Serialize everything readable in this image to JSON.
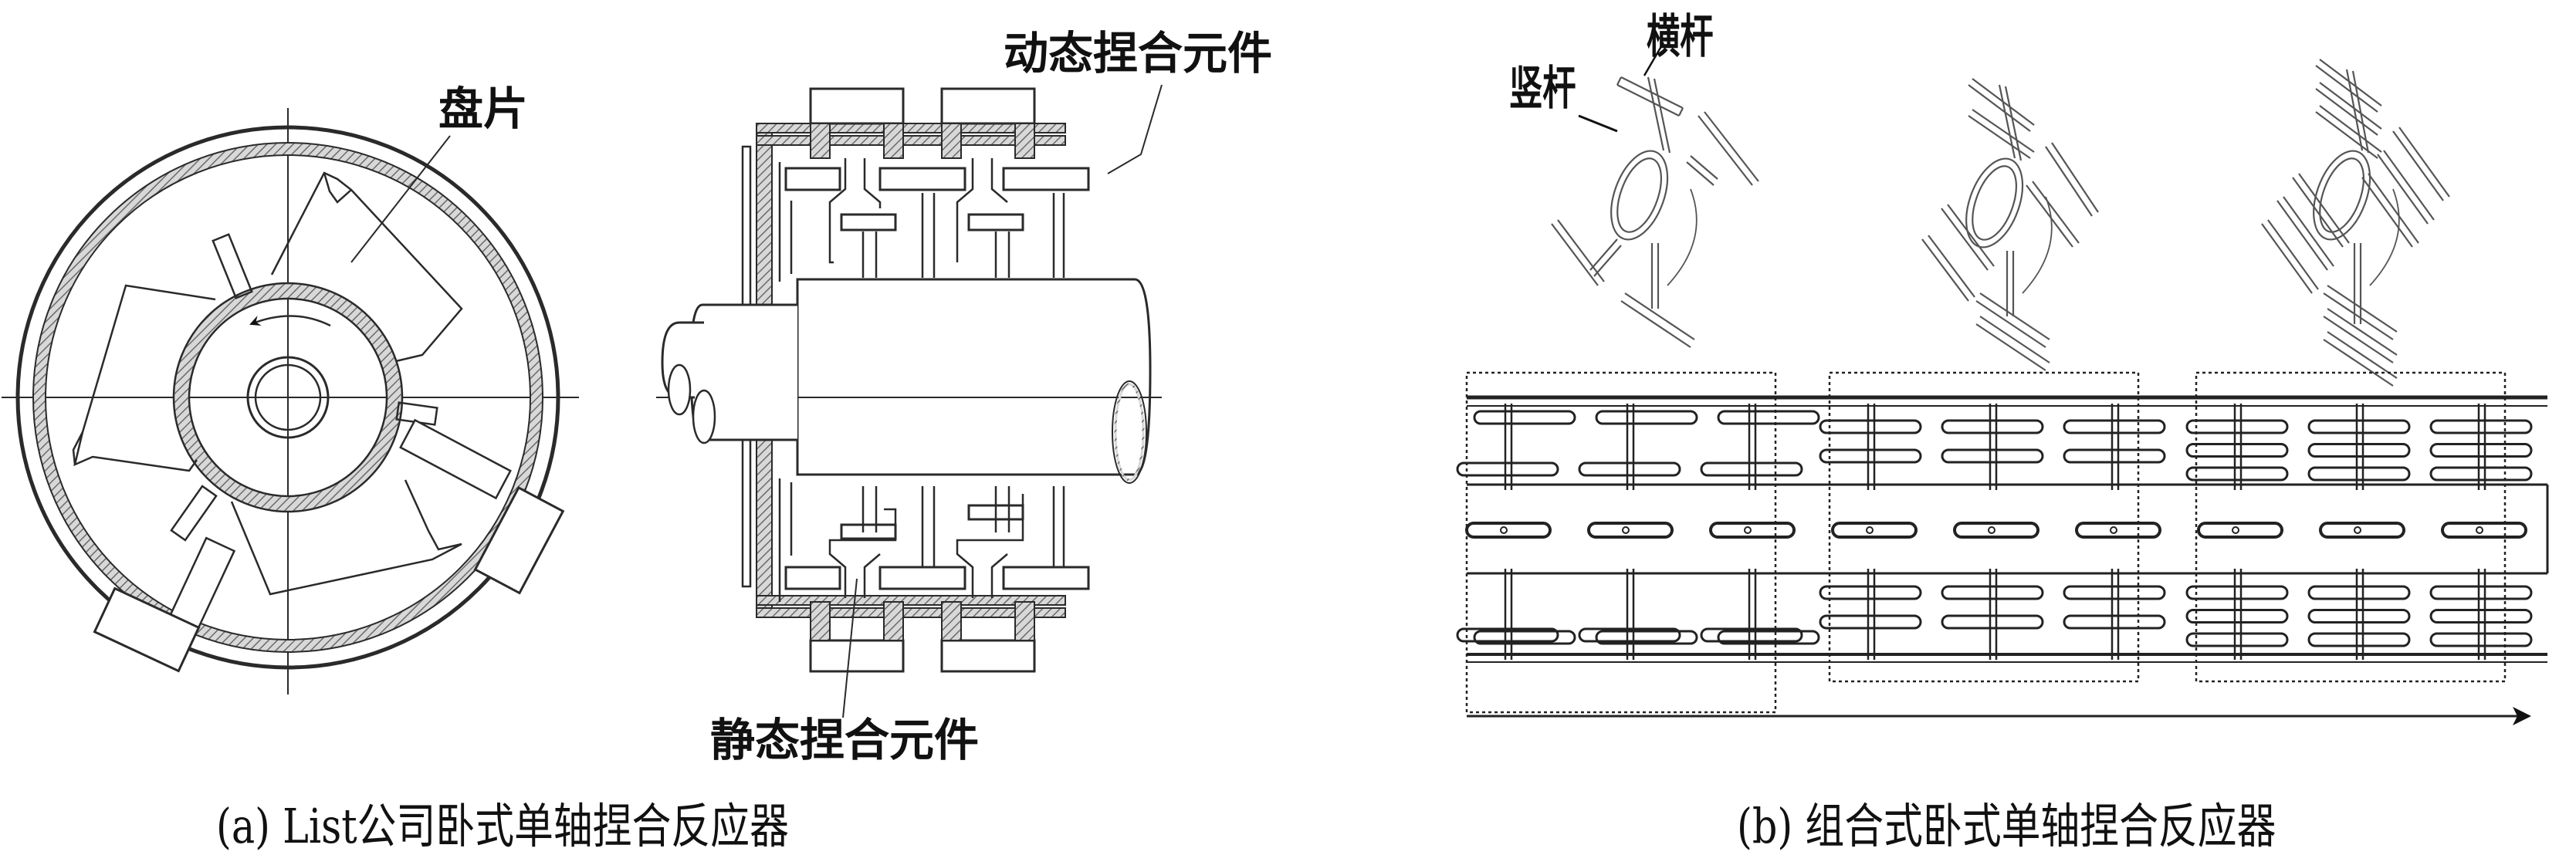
{
  "figure": {
    "panel_a": {
      "caption": "(a) List公司卧式单轴捏合反应器",
      "labels": {
        "disc": "盘片",
        "dynamic_element": "动态捏合元件",
        "static_element": "静态捏合元件"
      }
    },
    "panel_b": {
      "caption": "(b) 组合式卧式单轴捏合反应器",
      "labels": {
        "cross_bar": "横杆",
        "vertical_bar": "竖杆"
      },
      "paddle_variants": 3,
      "sections": 3,
      "flow_direction": "right"
    },
    "colors": {
      "line": "#2a2a2a",
      "hatch": "#8a8a8a",
      "background": "#ffffff"
    }
  }
}
